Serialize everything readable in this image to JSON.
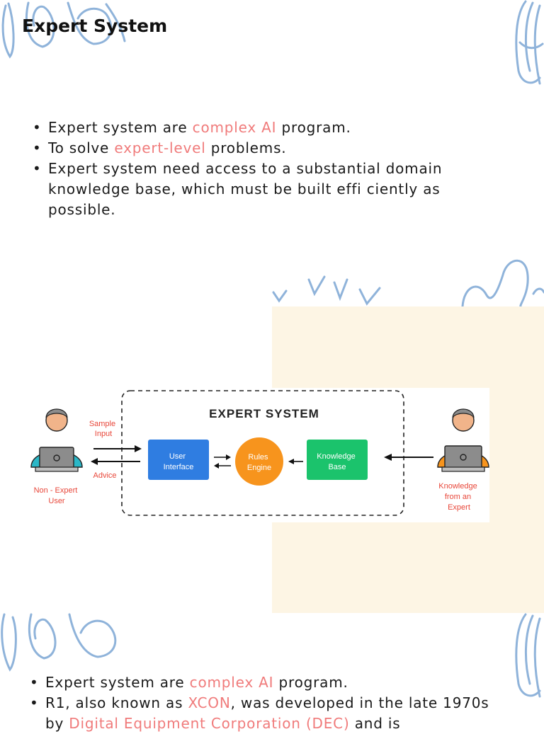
{
  "slide1": {
    "title": "Expert System",
    "bullets": [
      {
        "segments": [
          {
            "text": "Expert system are ",
            "highlight": false
          },
          {
            "text": "complex AI",
            "highlight": true
          },
          {
            "text": " program.",
            "highlight": false
          }
        ]
      },
      {
        "segments": [
          {
            "text": "To solve ",
            "highlight": false
          },
          {
            "text": "expert-level",
            "highlight": true
          },
          {
            "text": " problems.",
            "highlight": false
          }
        ]
      },
      {
        "segments": [
          {
            "text": "Expert system need access to a substantial domain knowledge base, which must be built effi ciently as possible.",
            "highlight": false
          }
        ]
      }
    ]
  },
  "diagram": {
    "heading": "EXPERT  SYSTEM",
    "user_interface": [
      "User",
      "Interface"
    ],
    "rules_engine": [
      "Rules",
      "Engine"
    ],
    "knowledge_base": [
      "Knowledge",
      "Base"
    ],
    "sample_input": [
      "Sample",
      "Input"
    ],
    "advice": "Advice",
    "non_expert_user": [
      "Non - Expert",
      "User"
    ],
    "knowledge_from_expert": [
      "Knowledge",
      "from an",
      "Expert"
    ]
  },
  "slide2": {
    "bullets": [
      {
        "segments": [
          {
            "text": "Expert system are ",
            "highlight": false
          },
          {
            "text": "complex AI",
            "highlight": true
          },
          {
            "text": " program.",
            "highlight": false
          }
        ]
      },
      {
        "segments": [
          {
            "text": "R1, also known as ",
            "highlight": false
          },
          {
            "text": "XCON",
            "highlight": true
          },
          {
            "text": ", was developed in the late 1970s by ",
            "highlight": false
          },
          {
            "text": "Digital Equipment Corporation (DEC)",
            "highlight": true
          },
          {
            "text": " and is",
            "highlight": false
          }
        ]
      }
    ]
  },
  "colors": {
    "highlight": "#f07b7b",
    "scribble": "#8fb3da",
    "panel": "#fdf5e4",
    "ui_box": "#2f7de1",
    "rules_engine": "#f7941d",
    "knowledge_box": "#1bc36c",
    "diagram_label": "#e8473a"
  }
}
